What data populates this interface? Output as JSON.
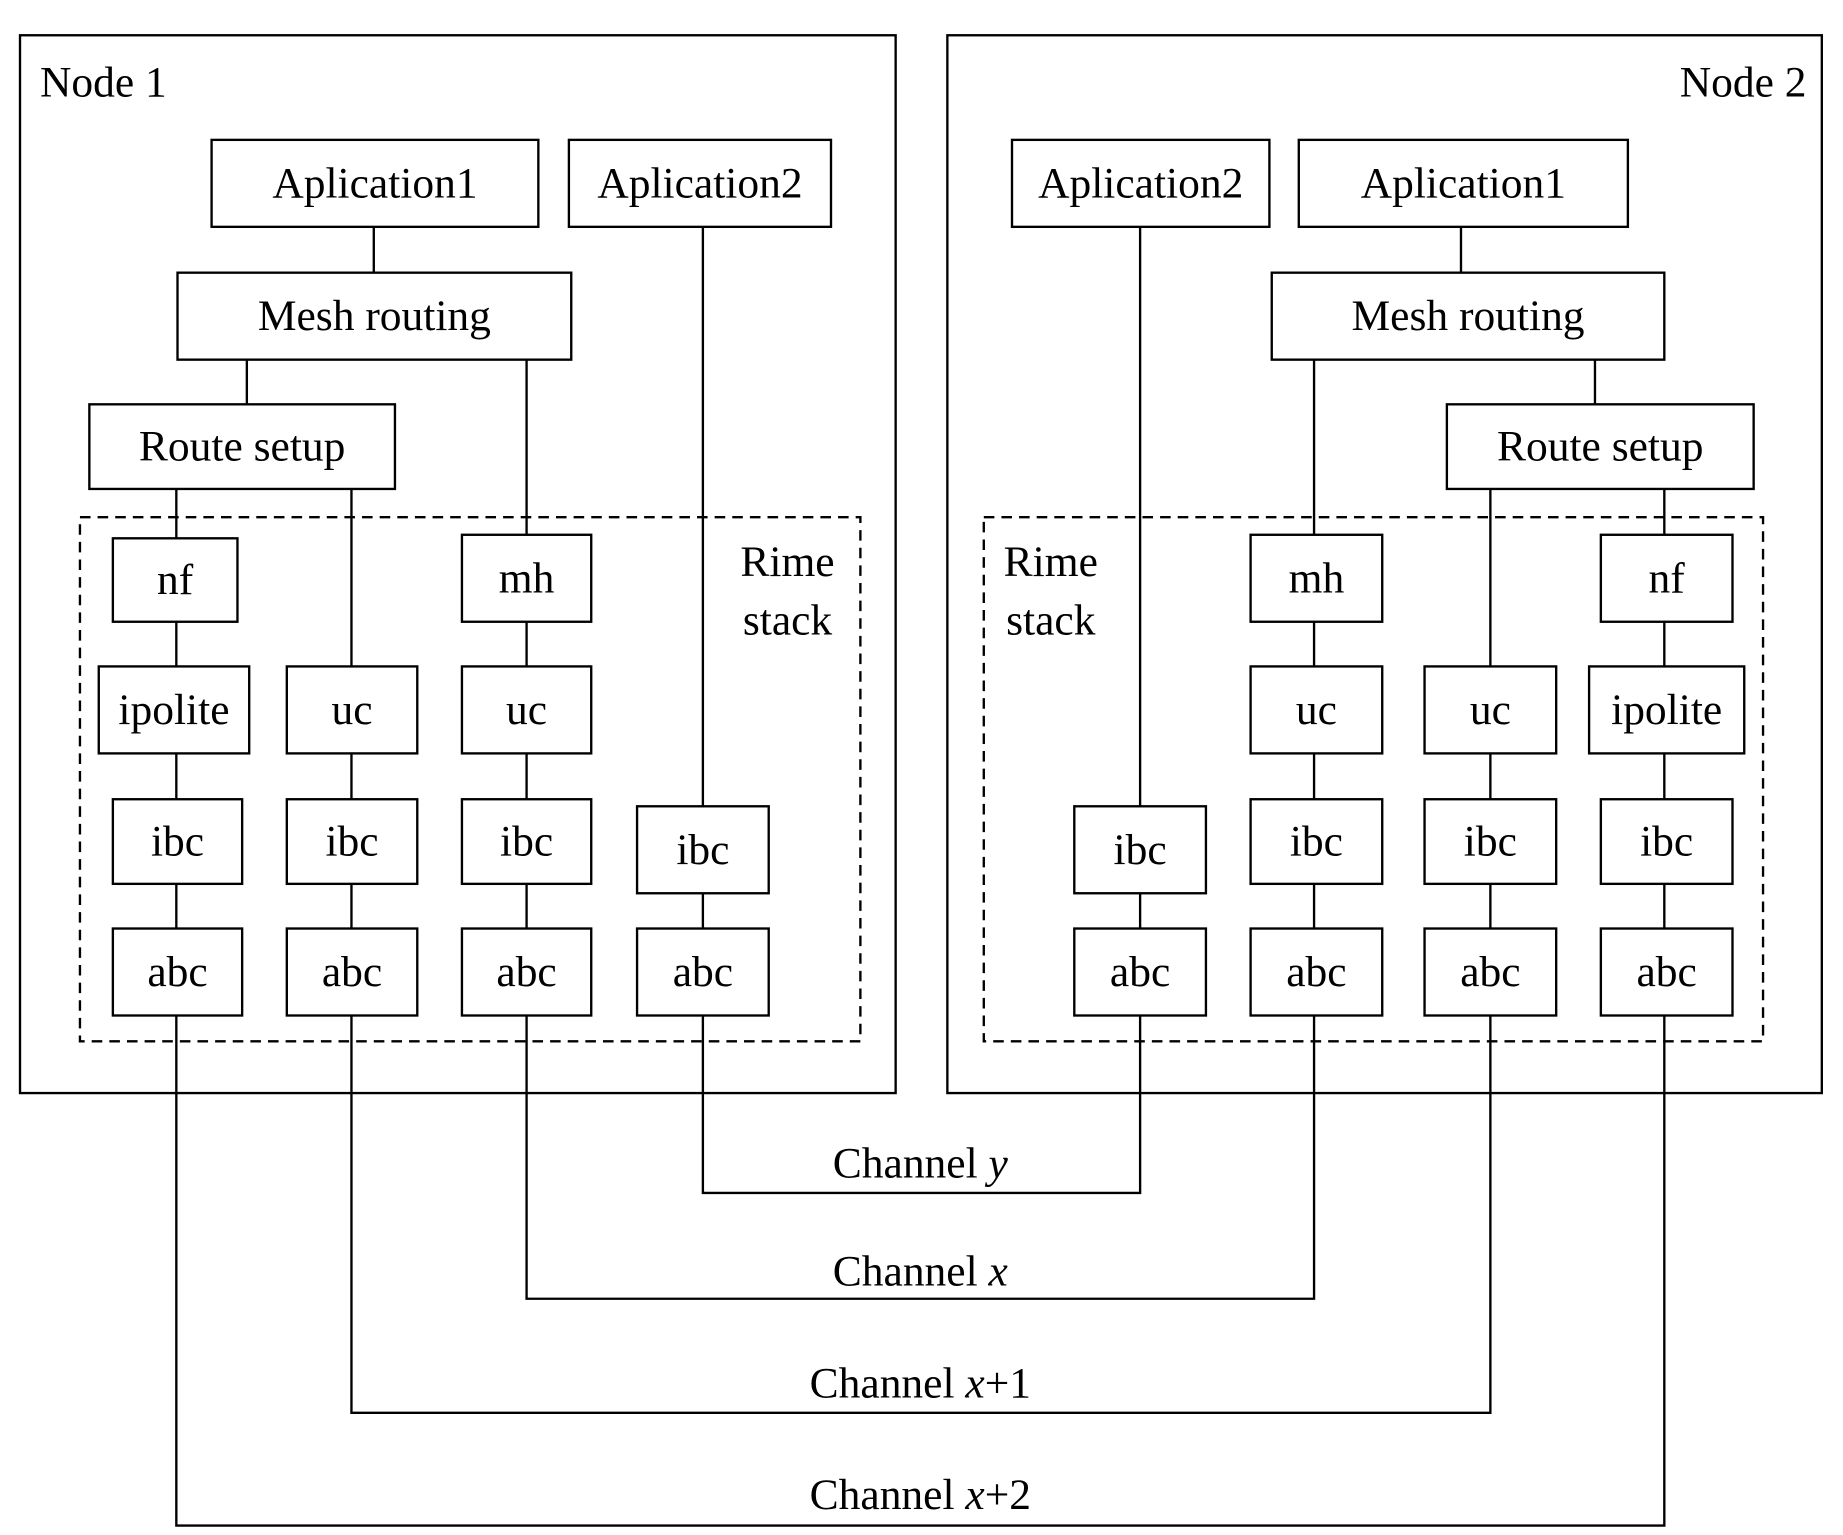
{
  "node1": {
    "title": "Node 1",
    "stack_label_1": "Rime",
    "stack_label_2": "stack",
    "boxes": {
      "app1": "Aplication1",
      "app2": "Aplication2",
      "mesh": "Mesh routing",
      "route": "Route setup",
      "nf": "nf",
      "mh": "mh",
      "ipolite": "ipolite",
      "uc1": "uc",
      "uc2": "uc",
      "ibc1": "ibc",
      "ibc2": "ibc",
      "ibc3": "ibc",
      "ibc4": "ibc",
      "abc1": "abc",
      "abc2": "abc",
      "abc3": "abc",
      "abc4": "abc"
    }
  },
  "node2": {
    "title": "Node 2",
    "stack_label_1": "Rime",
    "stack_label_2": "stack",
    "boxes": {
      "app2": "Aplication2",
      "app1": "Aplication1",
      "mesh": "Mesh routing",
      "route": "Route setup",
      "mh": "mh",
      "nf": "nf",
      "uc1": "uc",
      "uc2": "uc",
      "ipolite": "ipolite",
      "ibc1": "ibc",
      "ibc2": "ibc",
      "ibc3": "ibc",
      "ibc4": "ibc",
      "abc1": "abc",
      "abc2": "abc",
      "abc3": "abc",
      "abc4": "abc"
    }
  },
  "channels": [
    {
      "prefix": "Channel ",
      "variable": "y",
      "suffix": ""
    },
    {
      "prefix": "Channel ",
      "variable": "x",
      "suffix": ""
    },
    {
      "prefix": "Channel ",
      "variable": "x",
      "suffix": "+1"
    },
    {
      "prefix": "Channel ",
      "variable": "x",
      "suffix": "+2"
    }
  ]
}
